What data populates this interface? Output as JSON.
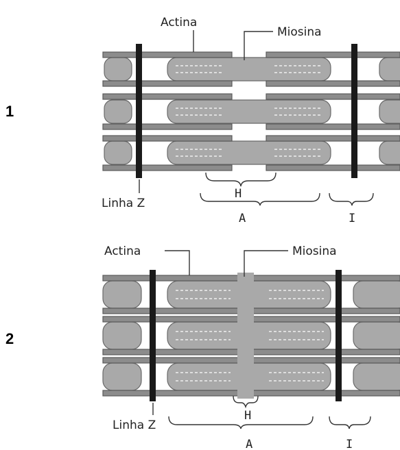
{
  "panel1": {
    "number": "1",
    "actin_label": "Actina",
    "myosin_label": "Miosina",
    "zline_label": "Linha Z",
    "h_label": "H",
    "a_label": "A",
    "i_label": "I"
  },
  "panel2": {
    "number": "2",
    "actin_label": "Actina",
    "myosin_label": "Miosina",
    "zline_label": "Linha Z",
    "h_label": "H",
    "a_label": "A",
    "i_label": "I"
  }
}
